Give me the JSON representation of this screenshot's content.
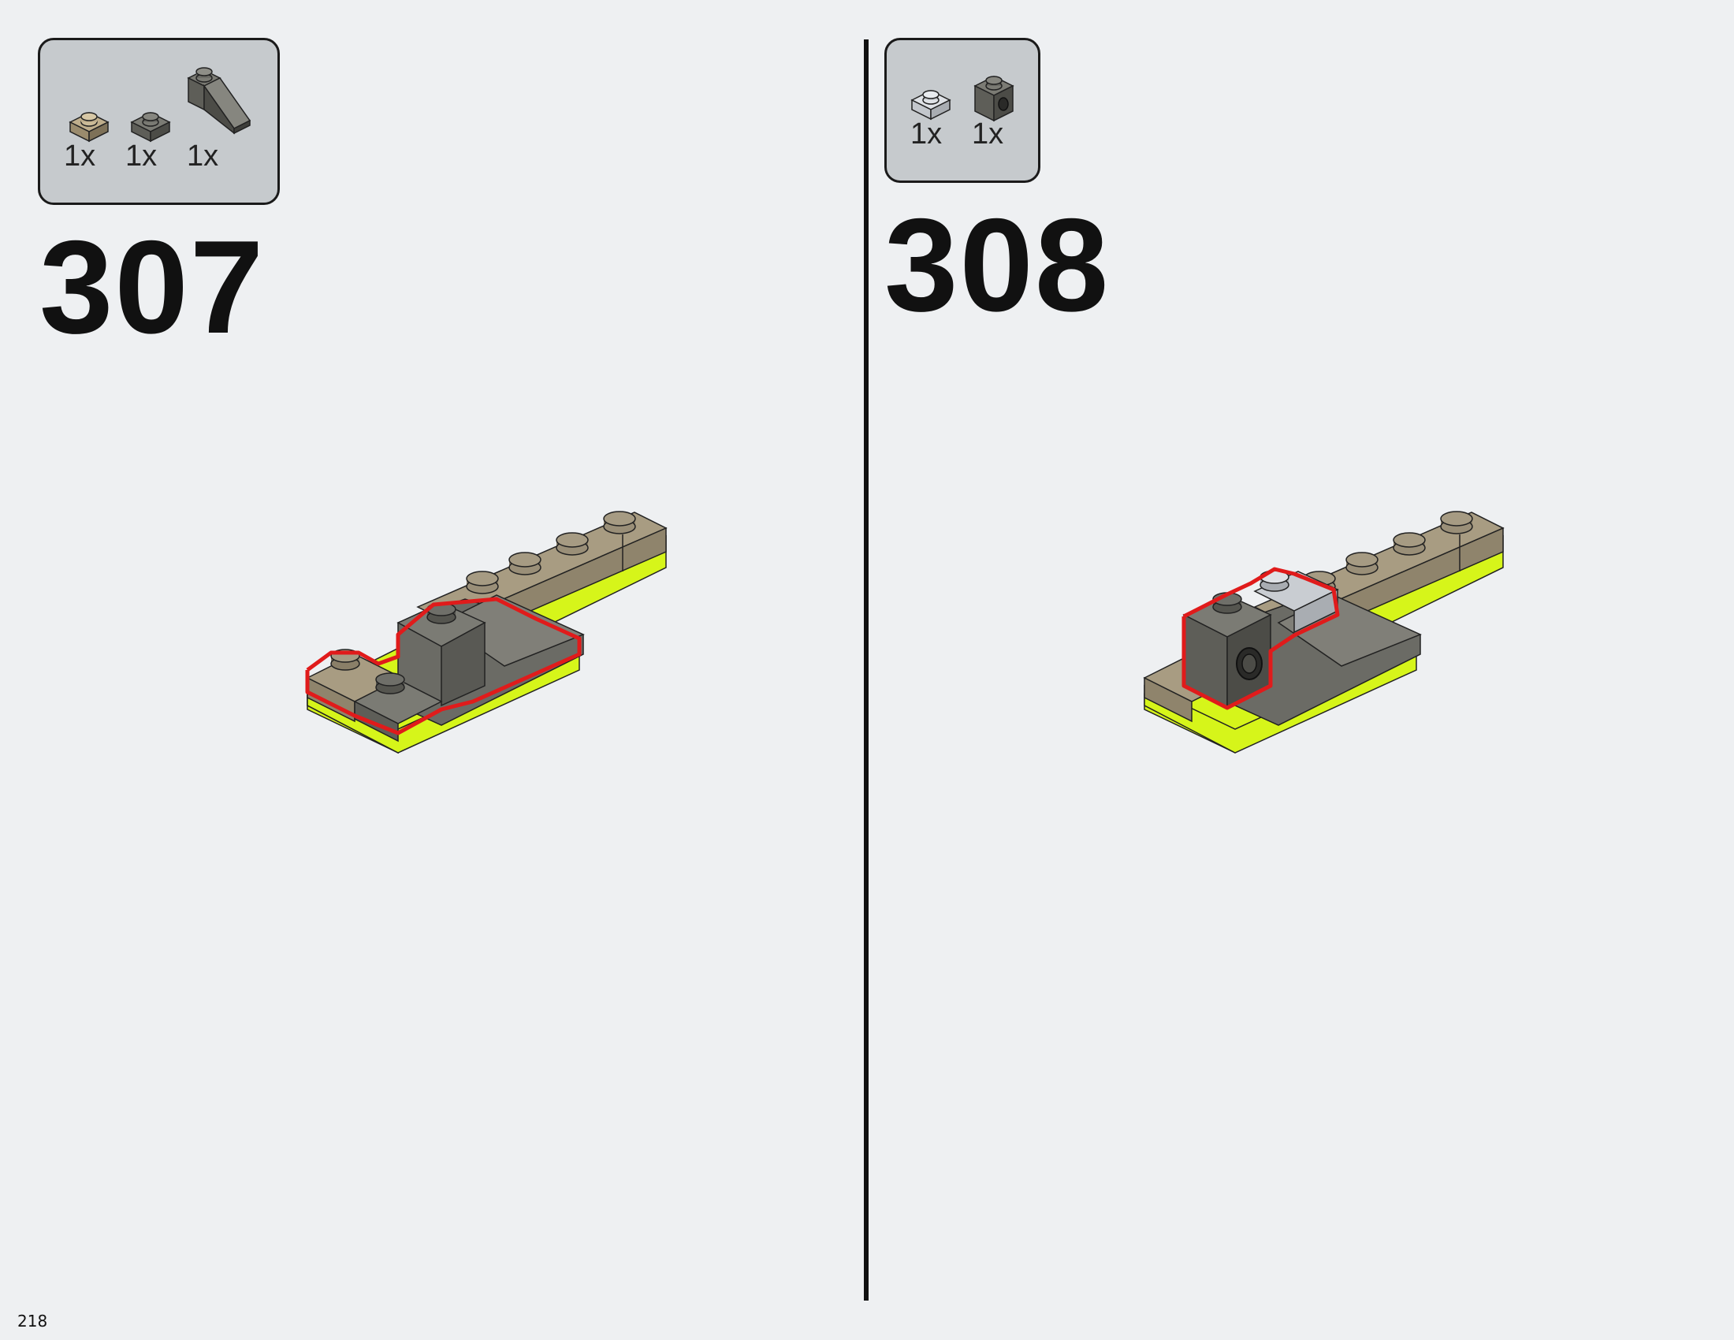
{
  "page": {
    "number": "218"
  },
  "steps": [
    {
      "number": "307",
      "parts": [
        {
          "icon": "tan-plate-1x1-icon",
          "qty": "1x"
        },
        {
          "icon": "dark-gray-plate-1x1-icon",
          "qty": "1x"
        },
        {
          "icon": "dark-gray-slope-brick-icon",
          "qty": "1x"
        }
      ]
    },
    {
      "number": "308",
      "parts": [
        {
          "icon": "light-gray-plate-1x1-icon",
          "qty": "1x"
        },
        {
          "icon": "dark-gray-brick-with-hole-icon",
          "qty": "1x"
        }
      ]
    }
  ],
  "colors": {
    "background": "#eef0f2",
    "callout": "#c6cacd",
    "tan": "#9a8f78",
    "dark_gray": "#6b6b65",
    "light_gray": "#b9bdc2",
    "lime": "#d6f51a",
    "highlight": "#e01b1b"
  }
}
